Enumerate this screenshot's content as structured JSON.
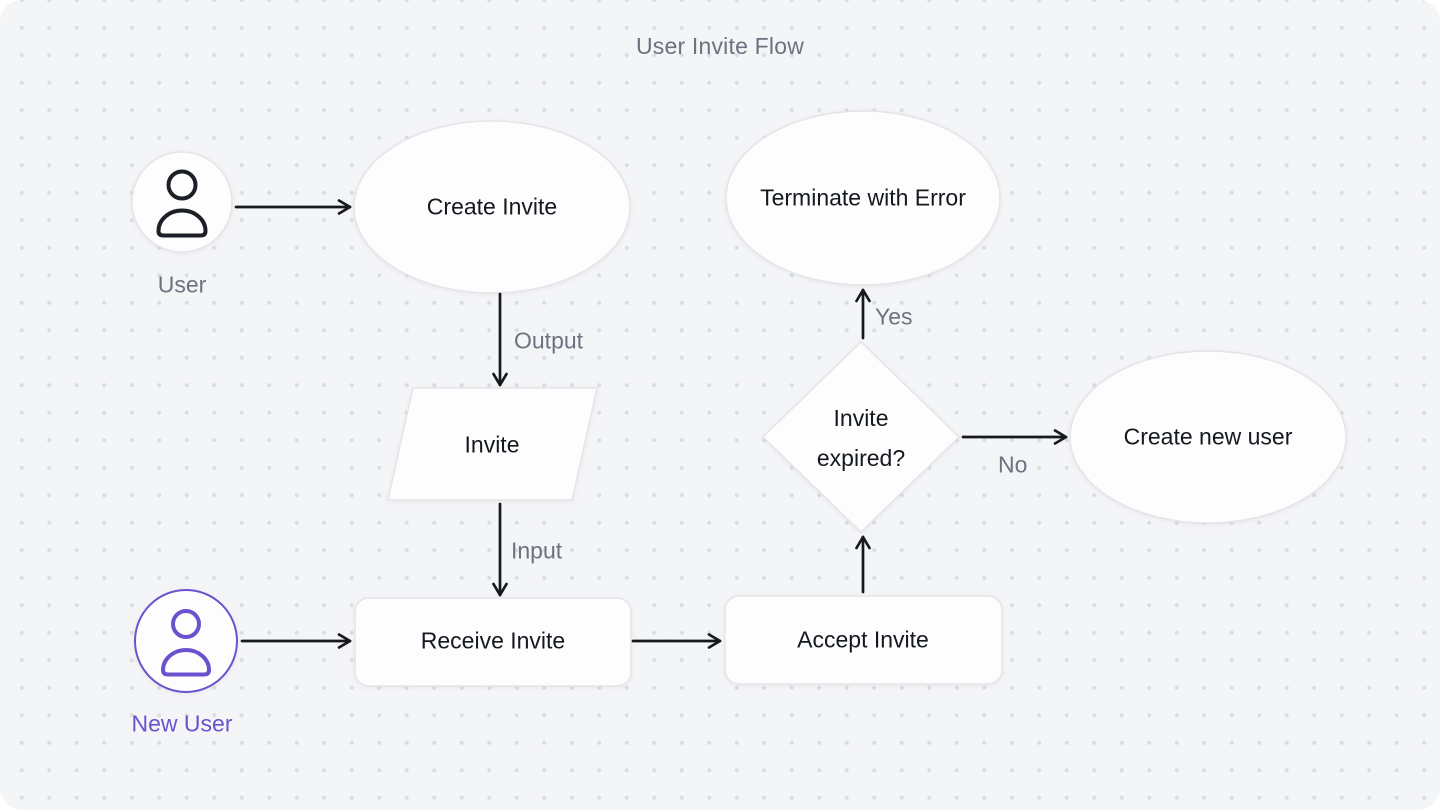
{
  "title": "User Invite Flow",
  "nodes": {
    "user": {
      "label": "User",
      "type": "actor"
    },
    "create_invite": {
      "label": "Create Invite",
      "type": "ellipse"
    },
    "invite": {
      "label": "Invite",
      "type": "parallelogram"
    },
    "receive_invite": {
      "label": "Receive Invite",
      "type": "rounded-rect"
    },
    "new_user": {
      "label": "New User",
      "type": "actor"
    },
    "accept_invite": {
      "label": "Accept Invite",
      "type": "rounded-rect"
    },
    "invite_expired": {
      "label_line1": "Invite",
      "label_line2": "expired?",
      "type": "decision-diamond"
    },
    "terminate_with_error": {
      "label": "Terminate with Error",
      "type": "ellipse"
    },
    "create_new_user": {
      "label": "Create new user",
      "type": "ellipse"
    }
  },
  "edge_labels": {
    "output": "Output",
    "input": "Input",
    "yes": "Yes",
    "no": "No"
  },
  "colors": {
    "canvas_bg": "#f4f5f7",
    "dot": "#d9dce1",
    "node_fill": "#fdfdfe",
    "node_border": "#e3e5ea",
    "node_text": "#14181f",
    "muted_text": "#6b7280",
    "arrow": "#17191d",
    "accent_purple": "#6c51cf"
  }
}
